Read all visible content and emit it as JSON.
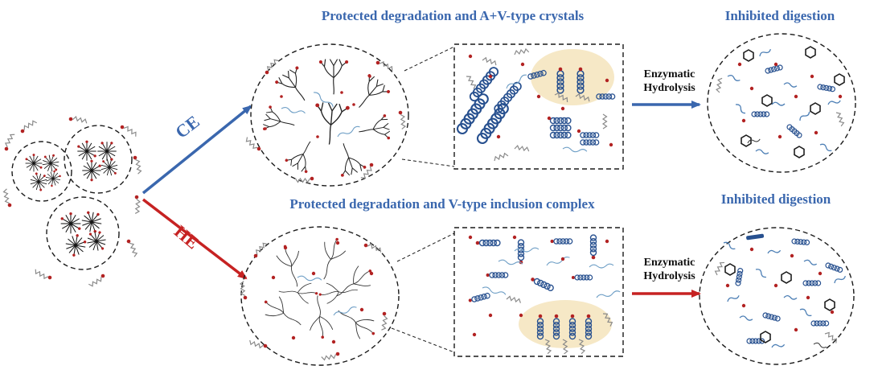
{
  "headings": {
    "ce_title": "Protected degradation and A+V-type crystals",
    "he_title": "Protected degradation and V-type inclusion complex",
    "ce_result": "Inhibited digestion",
    "he_result": "Inhibited digestion"
  },
  "labels": {
    "ce": "CE",
    "he": "HE",
    "enzymatic_line1": "Enzymatic",
    "enzymatic_line2": "Hydrolysis"
  },
  "colors": {
    "heading_blue": "#3a67ae",
    "ce_arrow_blue": "#3a67ae",
    "he_arrow_red": "#c62222",
    "red_head": "#b22222",
    "helix_navy": "#27508f",
    "chain_blue": "#6f9fc6",
    "lipid_gray": "#8a8a8a",
    "highlight_cream": "#f6e8c6",
    "outline_black": "#1a1a1a"
  },
  "motifs": {
    "starch_granule": "granule-burst-icon",
    "branched_polymer": "amylopectin-tree-icon",
    "linear_chain": "amylose-chain-icon",
    "lipid": "zigzag-lipid-icon",
    "helix": "coil-helix-icon",
    "glucose_ring": "hexagon-icon",
    "polar_head": "red-dot-icon"
  }
}
